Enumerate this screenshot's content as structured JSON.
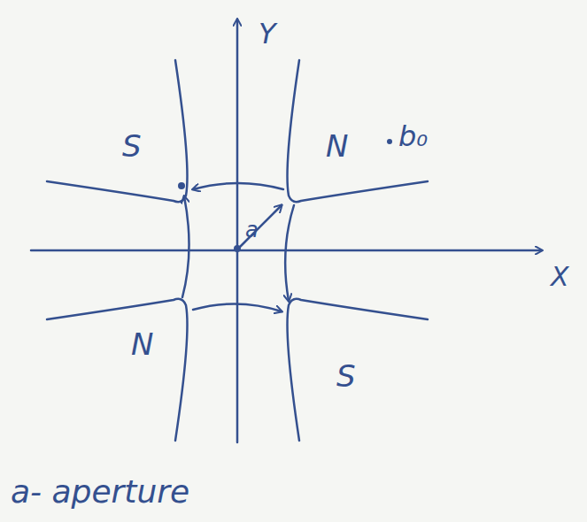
{
  "diagram": {
    "labels": [
      "Y",
      "S",
      "N",
      "b₀",
      "a",
      "X",
      "N",
      "S",
      "a- aperture"
    ]
  }
}
